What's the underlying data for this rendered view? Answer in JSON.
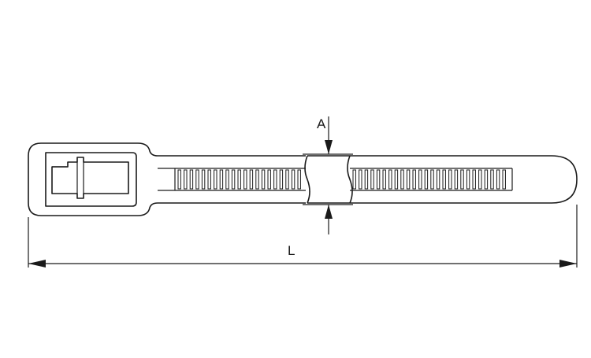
{
  "diagram": {
    "labels": {
      "thickness": "A",
      "length": "L"
    },
    "colors": {
      "line": "#1a1a1a",
      "background": "#ffffff"
    },
    "parts": [
      "cable-tie-head",
      "cable-tie-strap",
      "strap-serration",
      "strap-break",
      "thickness-dimension",
      "length-dimension"
    ]
  }
}
